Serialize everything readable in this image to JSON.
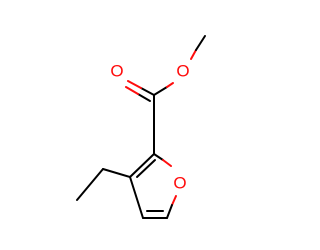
{
  "diagram": {
    "type": "chemical-structure",
    "colors": {
      "bond": "#000000",
      "oxygen": "#ff0d0d",
      "background": "#ffffff"
    },
    "atoms": {
      "carbonyl_oxygen": {
        "element": "O",
        "label": "O"
      },
      "ester_oxygen": {
        "element": "O",
        "label": "O"
      },
      "ring_oxygen": {
        "element": "O",
        "label": "O"
      }
    }
  }
}
